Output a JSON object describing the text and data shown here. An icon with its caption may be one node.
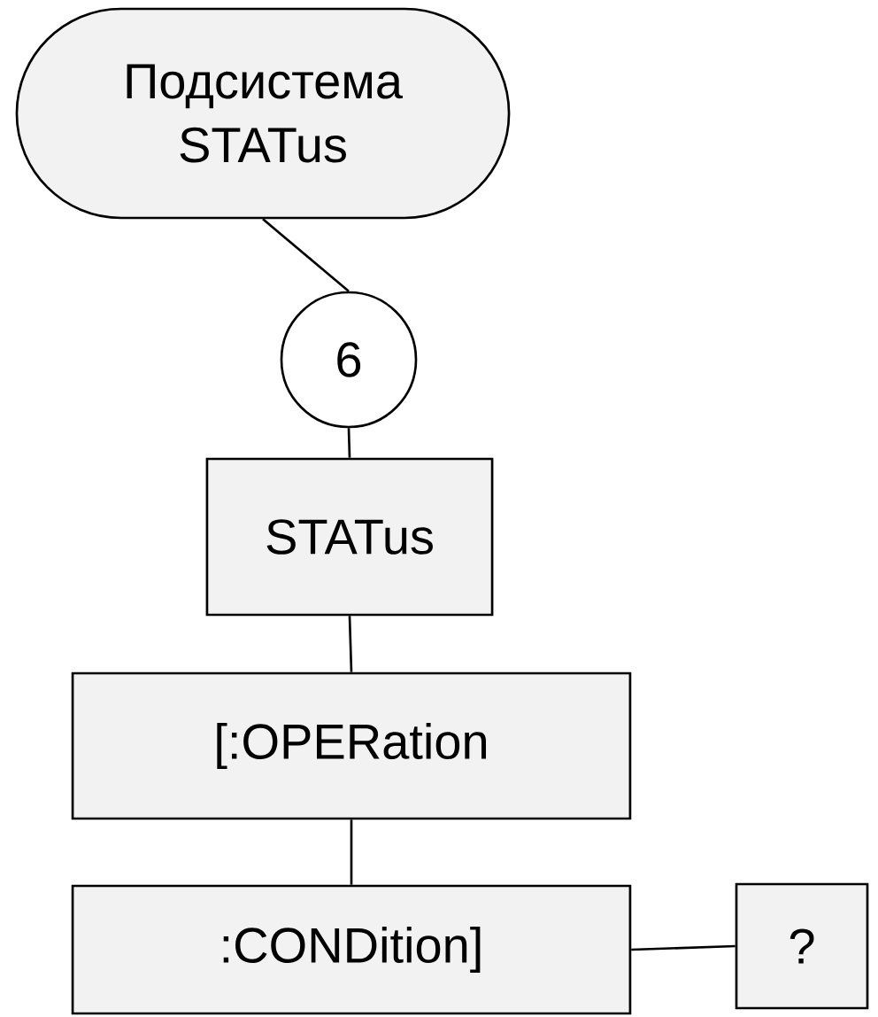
{
  "diagram": {
    "nodes": [
      {
        "text": [
          "Подсистема STATus"
        ]
      },
      {
        "text": [
          "6"
        ]
      },
      {
        "text": [
          "STATus"
        ]
      },
      {
        "text": [
          "[:OPERation"
        ]
      },
      {
        "text": [
          ":CONDition]"
        ]
      },
      {
        "text": [
          "?"
        ]
      }
    ],
    "edges": [
      {
        "from": 0,
        "to": 1,
        "arrow": "none"
      },
      {
        "from": 1,
        "to": 2,
        "arrow": "none"
      },
      {
        "from": 2,
        "to": 3,
        "arrow": "none"
      },
      {
        "from": 3,
        "to": 4,
        "arrow": "none"
      },
      {
        "from": 4,
        "to": 5,
        "arrow": "none"
      }
    ]
  }
}
